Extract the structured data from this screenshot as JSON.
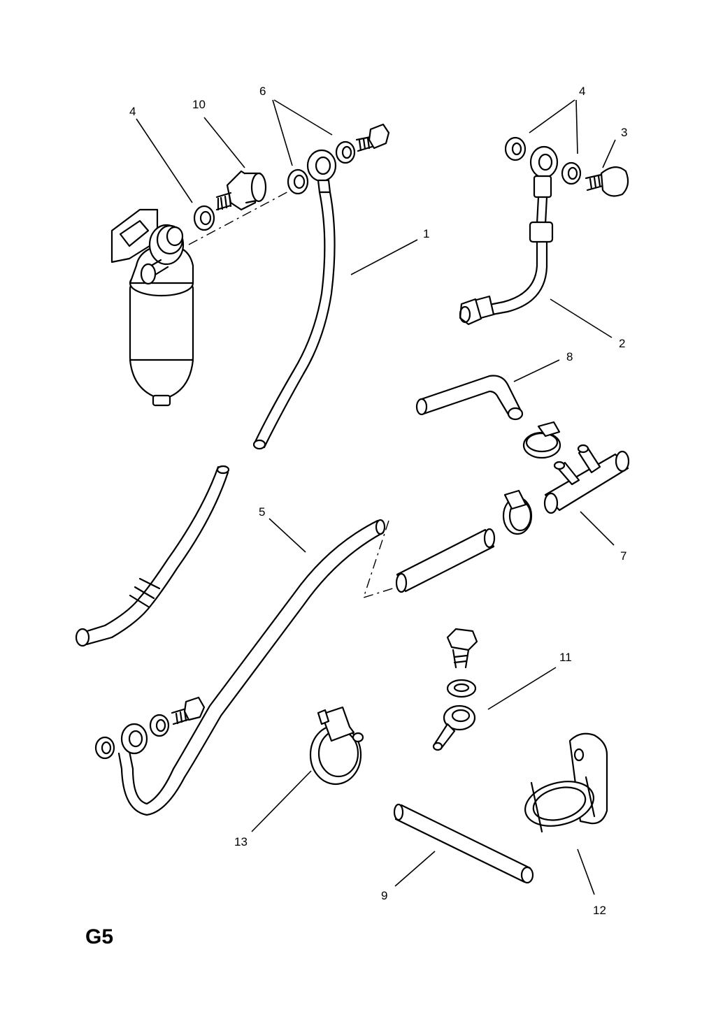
{
  "diagram": {
    "code": "G5",
    "callouts": {
      "c1": "1",
      "c2": "2",
      "c3": "3",
      "c4a": "4",
      "c4b": "4",
      "c5": "5",
      "c6": "6",
      "c7": "7",
      "c8": "8",
      "c9": "9",
      "c10": "10",
      "c11": "11",
      "c12": "12",
      "c13": "13"
    }
  }
}
